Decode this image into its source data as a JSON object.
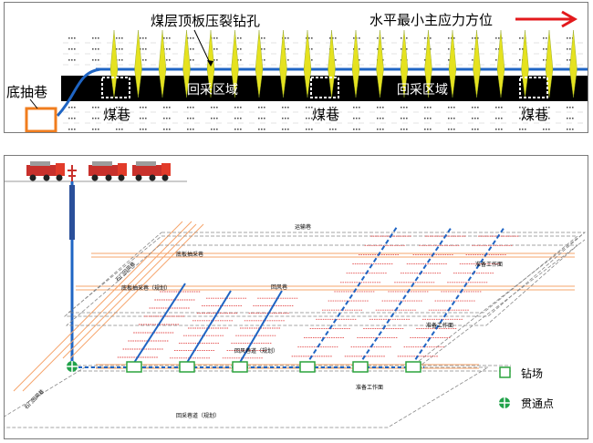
{
  "top_section": {
    "title": "煤层顶板压裂钻孔",
    "stress_label": "水平最小主应力方位",
    "bottom_drift_label": "底抽巷",
    "coal_roadways": [
      "煤巷",
      "煤巷",
      "煤巷"
    ],
    "mining_areas": [
      "回采区域",
      "回采区域"
    ]
  },
  "bottom_section": {
    "roadway_labels": {
      "transport": "运输巷",
      "bottom_drain": "底板抽采巷",
      "bottom_drain_plan": "底板抽采巷（规划）",
      "return_air": "回风巷",
      "return_air_plan": "回风巷道（规划）",
      "mining_plan": "回采巷道（规划）",
      "prep_face_1": "准备工作面",
      "prep_face_2": "准备工作面",
      "prep_face_3": "准备工作面",
      "vertical_left_1": "石门回风巷",
      "vertical_left_2": "石门回风巷"
    },
    "legend": {
      "drill_site": "钻场",
      "breakthrough": "贯通点"
    }
  },
  "colors": {
    "red_arrow": "#e3191c",
    "coal_seam": "#000000",
    "borehole": "#1f65c4",
    "fracture": "#e5e21f",
    "drift_box": "#f07d1e",
    "drill_site": "#2aa33c",
    "orange_roadway": "#f6a46b",
    "breakthrough": "#21a24a"
  }
}
